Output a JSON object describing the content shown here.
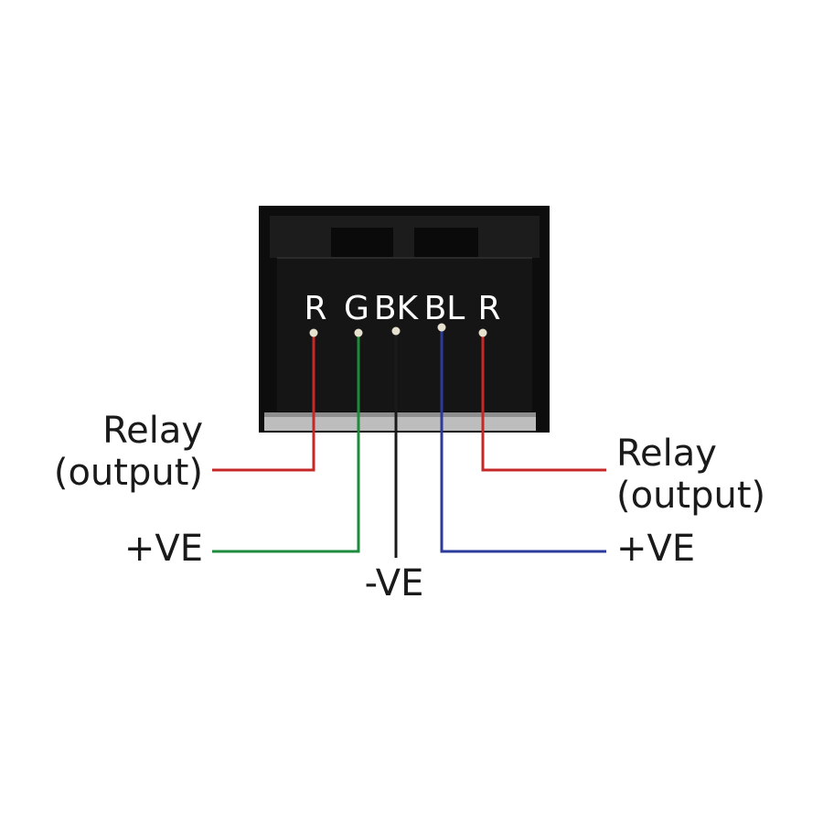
{
  "connector": {
    "pins": [
      {
        "id": "pin-r-left",
        "label": "R",
        "color": "#c62828"
      },
      {
        "id": "pin-g",
        "label": "G",
        "color": "#1e8a3c"
      },
      {
        "id": "pin-bk",
        "label": "BK",
        "color": "#1a1a1a"
      },
      {
        "id": "pin-bl",
        "label": "BL",
        "color": "#2a3b9a"
      },
      {
        "id": "pin-r-right",
        "label": "R",
        "color": "#c62828"
      }
    ]
  },
  "callouts": {
    "relay_left": {
      "line1": "Relay",
      "line2": "(output)"
    },
    "pos_left": {
      "text": "+VE"
    },
    "neg": {
      "text": "-VE"
    },
    "relay_right": {
      "line1": "Relay",
      "line2": "(output)"
    },
    "pos_right": {
      "text": "+VE"
    }
  },
  "colors": {
    "red": "#c62828",
    "green": "#1e8a3c",
    "black": "#1a1a1a",
    "blue": "#2a3b9a"
  }
}
